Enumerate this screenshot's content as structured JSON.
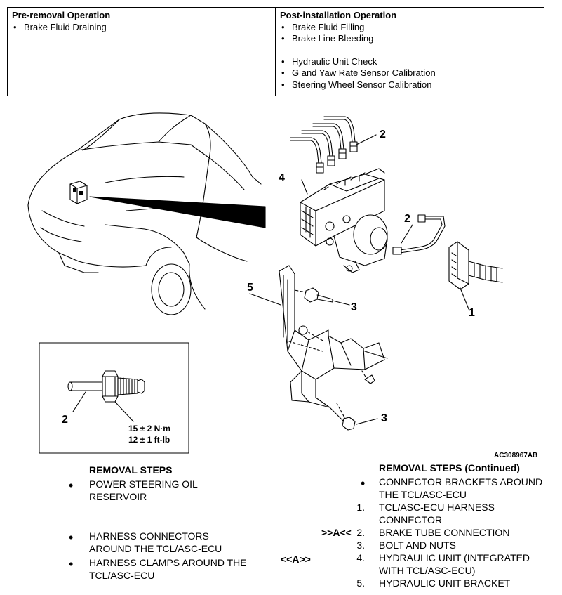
{
  "operations": {
    "pre_removal": {
      "heading": "Pre-removal Operation",
      "items": [
        "Brake Fluid Draining"
      ]
    },
    "post_installation": {
      "heading": "Post-installation Operation",
      "items": [
        "Brake Fluid Filling",
        "Brake Line Bleeding",
        "Hydraulic Unit Check",
        "G and Yaw Rate Sensor Calibration",
        "Steering Wheel Sensor Calibration"
      ]
    }
  },
  "illustration": {
    "callouts": {
      "c1": "1",
      "c2a": "2",
      "c2b": "2",
      "c3a": "3",
      "c3b": "3",
      "c4": "4",
      "c5": "5",
      "c2inset": "2"
    },
    "torque_nm": "15 ± 2 N·m",
    "torque_ftlb": "12 ± 1 ft-lb",
    "figure_id": "AC308967AB"
  },
  "removal_steps": {
    "heading": "REMOVAL STEPS",
    "items": [
      {
        "bullet": "•",
        "line1": "POWER STEERING OIL",
        "line2": "RESERVOIR"
      },
      {
        "bullet": "•",
        "line1": "HARNESS CONNECTORS",
        "line2": "AROUND THE TCL/ASC-ECU"
      },
      {
        "bullet": "•",
        "line1": "HARNESS CLAMPS AROUND THE",
        "line2": "TCL/ASC-ECU"
      }
    ]
  },
  "removal_steps_continued": {
    "heading": "REMOVAL STEPS (Continued)",
    "items": [
      {
        "marker": "",
        "num": "•",
        "line1": "CONNECTOR BRACKETS AROUND",
        "line2": "THE TCL/ASC-ECU"
      },
      {
        "marker": "",
        "num": "1.",
        "line1": "TCL/ASC-ECU HARNESS",
        "line2": "CONNECTOR"
      },
      {
        "marker": ">>A<<",
        "num": "2.",
        "line1": "BRAKE TUBE CONNECTION",
        "line2": ""
      },
      {
        "marker": "",
        "num": "3.",
        "line1": "BOLT AND NUTS",
        "line2": ""
      },
      {
        "marker": "<<A>>",
        "num": "4.",
        "line1": "HYDRAULIC UNIT (INTEGRATED",
        "line2": "WITH TCL/ASC-ECU)"
      },
      {
        "marker": "",
        "num": "5.",
        "line1": "HYDRAULIC UNIT BRACKET",
        "line2": ""
      }
    ]
  }
}
